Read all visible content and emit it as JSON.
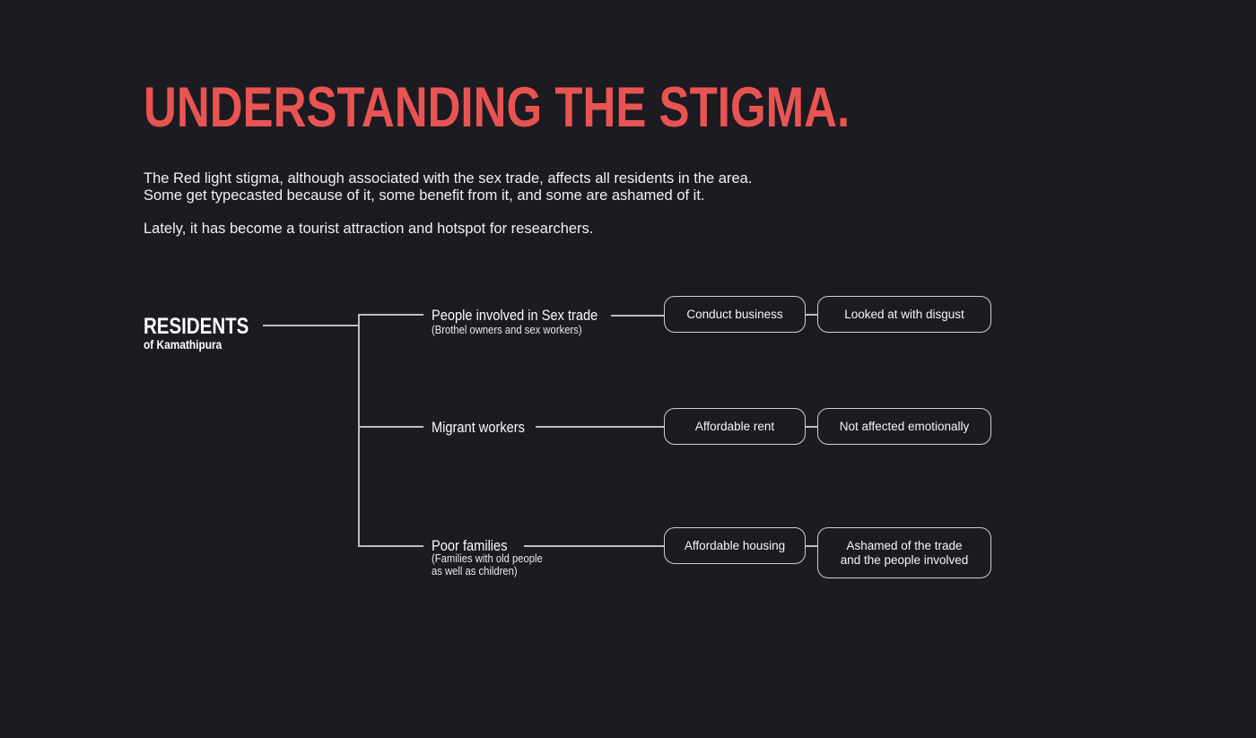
{
  "colors": {
    "background": "#1c1b21",
    "title_red": "#e85452",
    "body_text": "#f1f1f1",
    "line_gray": "#bdbdbd",
    "box_border": "#cfcfcf"
  },
  "header": {
    "title": "UNDERSTANDING THE STIGMA.",
    "intro_lines_1_2": "The Red light stigma, although associated with the sex trade, affects all residents in the area.\nSome get typecasted because of it, some benefit from it, and some are ashamed of it.",
    "intro_line_3": "Lately, it has become a tourist attraction and hotspot for researchers."
  },
  "tree": {
    "root": {
      "title": "RESIDENTS",
      "subtitle": "of Kamathipura"
    },
    "branches": [
      {
        "label": "People involved in Sex trade",
        "sublabel": "(Brothel owners and sex workers)",
        "box_1": "Conduct business",
        "box_2": "Looked at with disgust"
      },
      {
        "label": "Migrant workers",
        "sublabel": "",
        "box_1": "Affordable rent",
        "box_2": "Not affected emotionally"
      },
      {
        "label": "Poor families",
        "sublabel": "(Families with old people\nas well as children)",
        "box_1": "Affordable housing",
        "box_2": "Ashamed of the trade\nand the people involved"
      }
    ]
  }
}
